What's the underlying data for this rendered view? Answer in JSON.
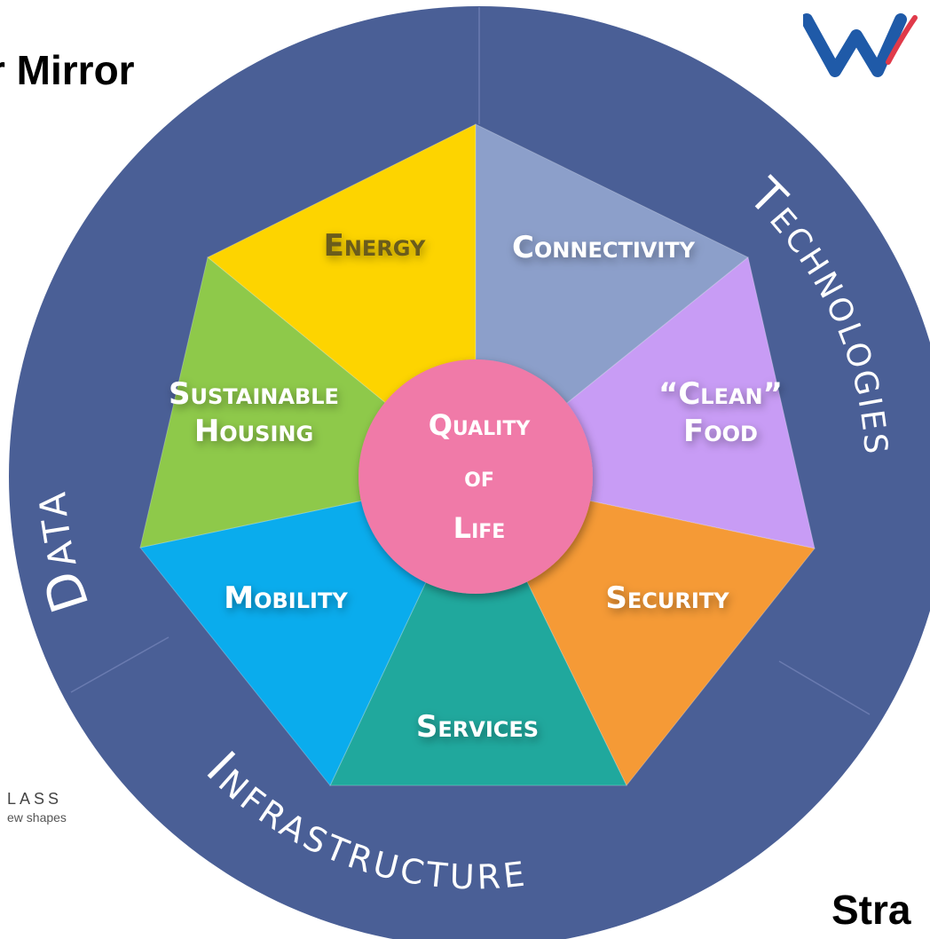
{
  "headings": {
    "top_left": "r Mirror",
    "bottom_right": "Stra"
  },
  "brand": {
    "name": "LASS",
    "tagline": "ew shapes"
  },
  "diagram": {
    "center": {
      "lines": [
        "Quality",
        "of",
        "Life"
      ],
      "color": "#f07aa8"
    },
    "ring_labels": {
      "left": "Data",
      "right": "Technologies",
      "bottom": "Infrastructure"
    },
    "ring_color": "#4a5f96",
    "segments": [
      {
        "label_lines": [
          "Energy"
        ],
        "color": "#fdd400",
        "label_color": "#6b5b1a"
      },
      {
        "label_lines": [
          "Connectivity"
        ],
        "color": "#8c9fca",
        "label_color": "#ffffff"
      },
      {
        "label_lines": [
          "“Clean”",
          "Food"
        ],
        "color": "#c89cf5",
        "label_color": "#ffffff"
      },
      {
        "label_lines": [
          "Security"
        ],
        "color": "#f59a36",
        "label_color": "#ffffff"
      },
      {
        "label_lines": [
          "Services"
        ],
        "color": "#20a89d",
        "label_color": "#ffffff"
      },
      {
        "label_lines": [
          "Mobility"
        ],
        "color": "#0aaced",
        "label_color": "#ffffff"
      },
      {
        "label_lines": [
          "Sustainable",
          "Housing"
        ],
        "color": "#8ec94a",
        "label_color": "#ffffff"
      }
    ]
  }
}
